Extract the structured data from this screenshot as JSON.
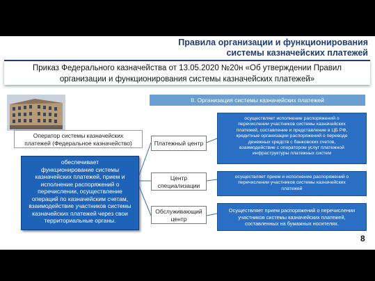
{
  "title": {
    "line1": "Правила организации и функционирования",
    "line2": "системы казначейских платежей"
  },
  "header": {
    "line1": "Приказ Федерального казначейства от 13.05.2020 №20н «Об утверждении Правил",
    "line2": "организации и функционирования системы казначейских платежей»"
  },
  "banner": "II. Организация системы казначейских платежей",
  "operator": {
    "line1": "Оператор системы казначейских",
    "line2": "платежей (Федеральное казначейство)"
  },
  "provides": [
    "обеспечивает",
    "функционирование системы",
    "казначейских платежей, прием и",
    "исполнение распоряжений о",
    "перечислении, осуществление",
    "операций по казначейским счетам,",
    "взаимодействие участников системы",
    "казначейских платежей через свои",
    "территориальные органы."
  ],
  "roles": {
    "payment_center": "Платежный центр",
    "specialization_center": [
      "Центр",
      "специализации"
    ],
    "service_center": [
      "Обслуживающий",
      "центр"
    ]
  },
  "descriptions": {
    "payment_center": [
      "осуществляет исполнение распоряжений о",
      "перечислении участников системы казначейских",
      "платежей, составление и представление в ЦБ РФ,",
      "кредитные организации распоряжений о переводе",
      "денежных средств с банковских счетов,",
      "взаимодействие с оператором услуг платежной",
      "инфраструктуры платежных систем"
    ],
    "specialization_center": [
      "осуществляет прием и исполнение распоряжений о",
      "перечислении участников системы казначейских",
      "платежей"
    ],
    "service_center": [
      "Осуществляет прием распоряжений о перечислении",
      "участников системы казначейских платежей,",
      "составленных на бумажных носителях."
    ]
  },
  "page_number": "8",
  "colors": {
    "accent": "#1f63b8",
    "banner": "#6b9fd1",
    "title": "#1f3b6e"
  }
}
